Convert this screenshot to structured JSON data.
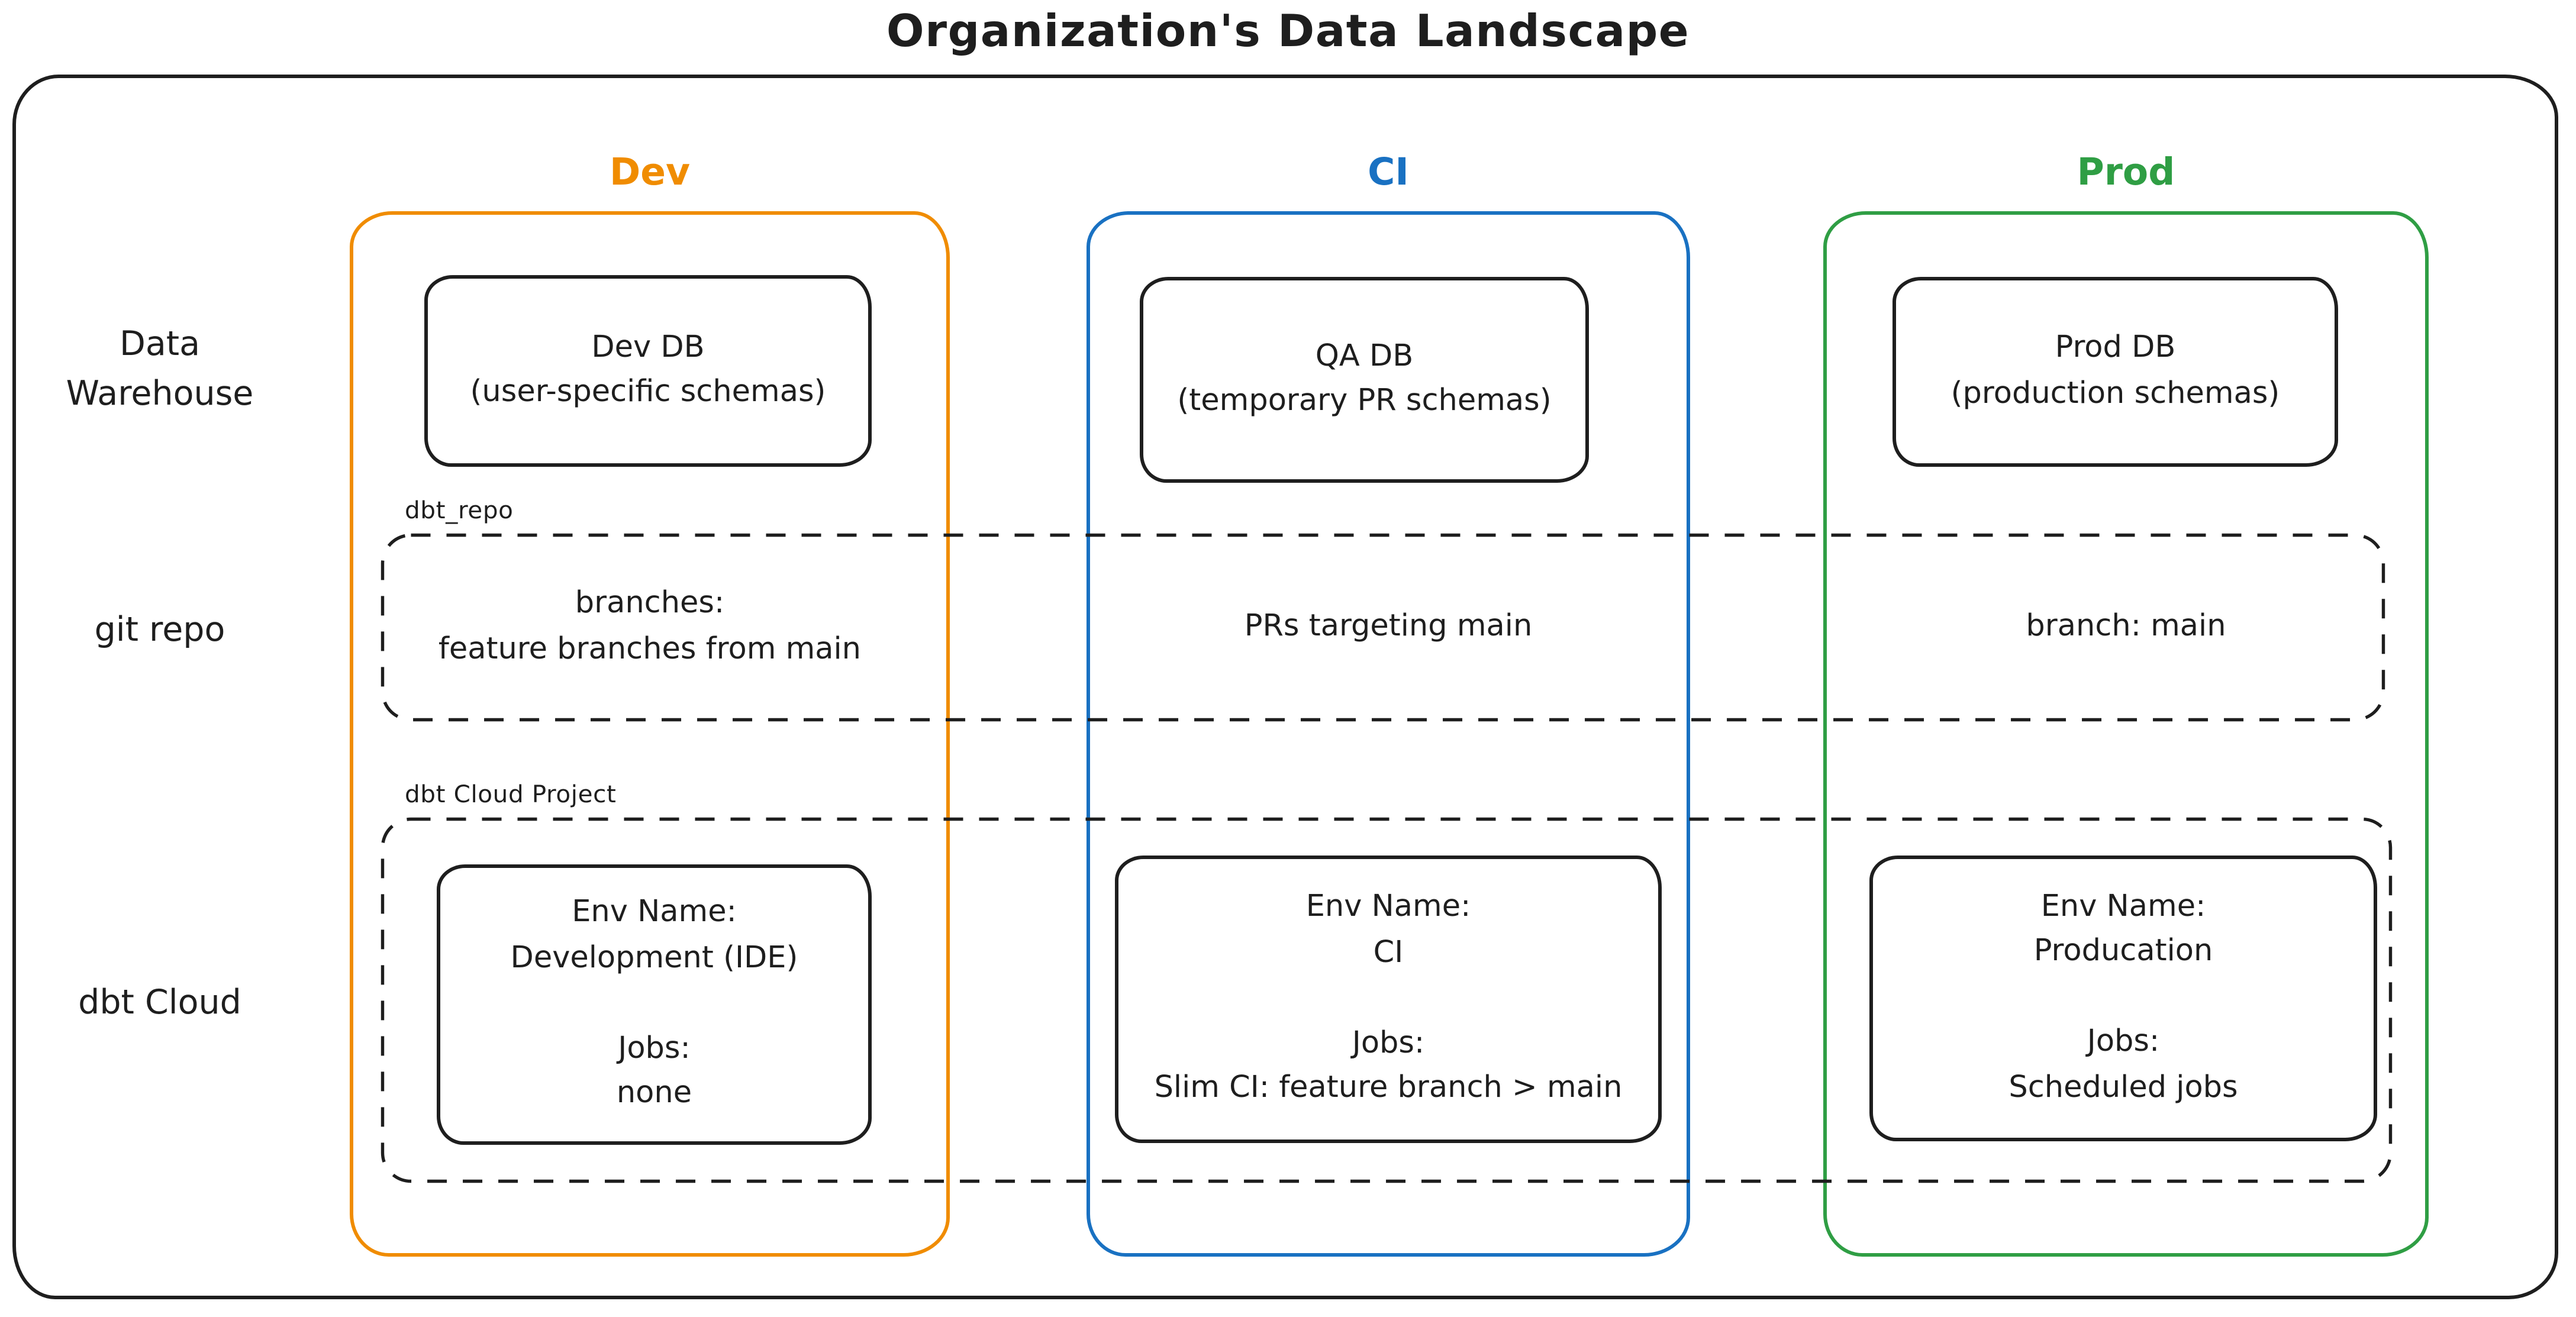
{
  "title": "Organization's Data Landscape",
  "colors": {
    "dev_accent": "#f08c00",
    "ci_accent": "#1971c2",
    "prod_accent": "#2f9e44",
    "stroke": "#1e1e1e"
  },
  "row_labels": {
    "warehouse": "Data\nWarehouse",
    "git": "git repo",
    "cloud": "dbt Cloud"
  },
  "overlays": {
    "git_repo_label": "dbt_repo",
    "cloud_project_label": "dbt Cloud Project"
  },
  "columns": {
    "dev": {
      "header": "Dev",
      "warehouse_box": "Dev DB\n(user-specific schemas)",
      "git_text": "branches:\nfeature branches from main",
      "cloud_box": "Env Name:\nDevelopment (IDE)\n\nJobs:\nnone"
    },
    "ci": {
      "header": "CI",
      "warehouse_box": "QA DB\n(temporary PR schemas)",
      "git_text": "PRs targeting main",
      "cloud_box": "Env Name:\nCI\n\nJobs:\nSlim CI: feature branch > main"
    },
    "prod": {
      "header": "Prod",
      "warehouse_box": "Prod DB\n(production schemas)",
      "git_text": "branch: main",
      "cloud_box": "Env Name:\nProducation\n\nJobs:\nScheduled jobs"
    }
  }
}
